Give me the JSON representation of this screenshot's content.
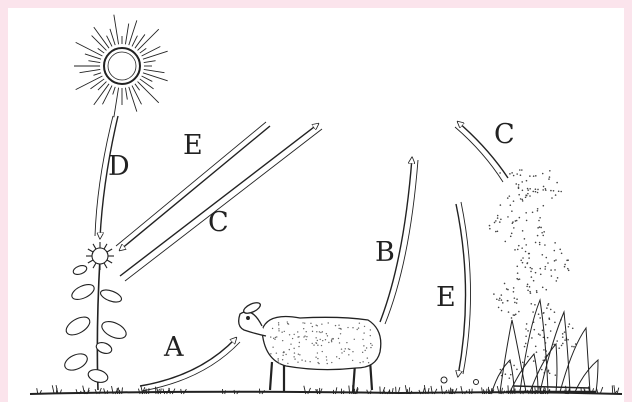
{
  "diagram": {
    "arrow_labels": [
      "E",
      "C",
      "D",
      "B",
      "E",
      "A",
      "C"
    ],
    "subjects": [
      "sun-icon",
      "plant-icon",
      "sheep-icon",
      "fire-icon"
    ],
    "colors": {
      "border": "#fbe4ec",
      "ink": "#222222",
      "background": "#ffffff"
    }
  }
}
